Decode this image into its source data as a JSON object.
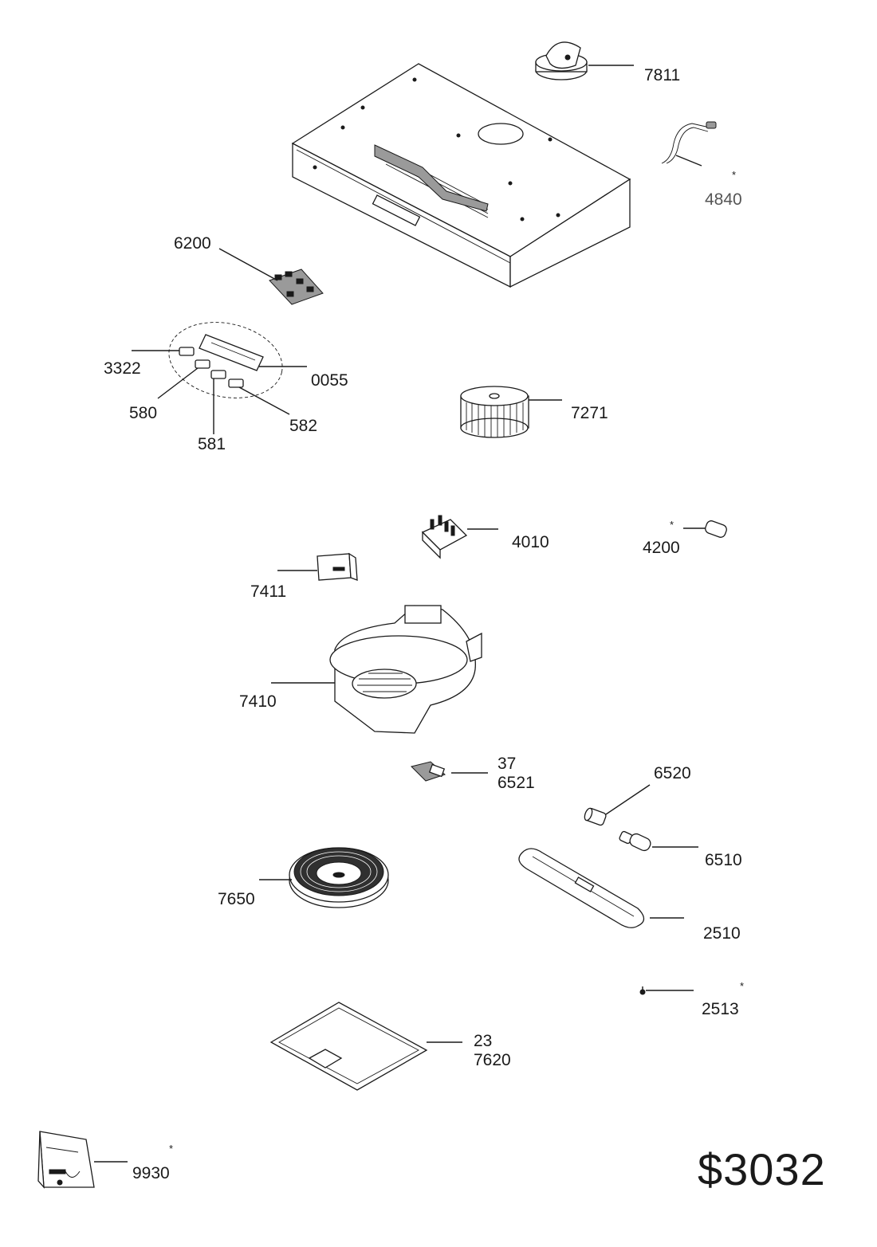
{
  "diagram": {
    "reference": "$3032",
    "parts": [
      {
        "id": "hood",
        "label": "",
        "asterisk": false
      },
      {
        "id": "damper",
        "label": "7811",
        "asterisk": false
      },
      {
        "id": "cable",
        "label": "4840",
        "asterisk": true
      },
      {
        "id": "switch-block",
        "label": "6200",
        "asterisk": false
      },
      {
        "id": "control-panel",
        "label": "0055",
        "asterisk": false
      },
      {
        "id": "button-3322",
        "label": "3322",
        "asterisk": false
      },
      {
        "id": "button-580",
        "label": "580",
        "asterisk": false
      },
      {
        "id": "button-581",
        "label": "581",
        "asterisk": false
      },
      {
        "id": "button-582",
        "label": "582",
        "asterisk": false
      },
      {
        "id": "impeller",
        "label": "7271",
        "asterisk": false
      },
      {
        "id": "capacitor-block",
        "label": "4010",
        "asterisk": false
      },
      {
        "id": "capacitor",
        "label": "4200",
        "asterisk": true
      },
      {
        "id": "bracket",
        "label": "7411",
        "asterisk": false
      },
      {
        "id": "motor-housing",
        "label": "7410",
        "asterisk": false
      },
      {
        "id": "lamp-holder",
        "label": "37\n6521",
        "line1": "37",
        "line2": "6521",
        "asterisk": false
      },
      {
        "id": "lamp-socket",
        "label": "6520",
        "asterisk": false
      },
      {
        "id": "bulb",
        "label": "6510",
        "asterisk": false
      },
      {
        "id": "fan-cover",
        "label": "7650",
        "asterisk": false
      },
      {
        "id": "lamp-cover",
        "label": "2510",
        "asterisk": false
      },
      {
        "id": "screw",
        "label": "2513",
        "asterisk": true
      },
      {
        "id": "grease-filter",
        "label": "23\n7620",
        "line1": "23",
        "line2": "7620",
        "asterisk": false
      },
      {
        "id": "accessory-bag",
        "label": "9930",
        "asterisk": true
      }
    ],
    "asterisk_symbol": "*"
  }
}
